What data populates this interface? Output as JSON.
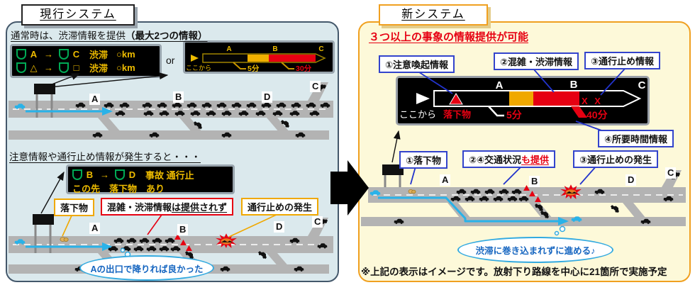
{
  "exit_labels": {
    "a": "A",
    "b": "B",
    "c": "C",
    "d": "D"
  },
  "left_panel": {
    "title": "現行システム",
    "section1": {
      "heading_normal": "通常時は、渋滞情報を提供",
      "heading_bold": "（最大2つの情報）",
      "or_label": "or",
      "board1": {
        "rows": [
          {
            "left": "A",
            "arrow": "→",
            "right": "C",
            "status": "渋滞",
            "dist": "○km"
          },
          {
            "left": "△",
            "arrow": "→",
            "right": "□",
            "status": "渋滞",
            "dist": "○km"
          }
        ]
      },
      "board2": {
        "here": "ここから",
        "a": "A",
        "b": "B",
        "c": "C",
        "t1": "5分",
        "t2": "30分"
      }
    },
    "section2": {
      "heading": "注意情報や通行止め情報が発生すると・・・",
      "board": {
        "row1": {
          "left": "B",
          "arrow": "→",
          "right": "D",
          "status": "事故 通行止"
        },
        "row2": "この先　落下物　あり"
      },
      "callout_fallen": "落下物",
      "callout_noinfo": "混雑・渋滞情報",
      "callout_noinfo_underlined": "は提供されず",
      "callout_closed": "通行止めの発生"
    },
    "bubble": "Aの出口で降りれば良かった"
  },
  "right_panel": {
    "title": "新システム",
    "headline": "３つ以上の事象の情報提供が可能",
    "callout1": "①注意喚起情報",
    "callout2": "②混雑・渋滞情報",
    "callout3": "③通行止め情報",
    "callout4": "④所要時間情報",
    "board": {
      "here": "ここから",
      "a": "A",
      "b": "B",
      "c": "C",
      "warning": "落下物",
      "t1": "5分",
      "t2": "40分",
      "closed": "X X"
    },
    "callout_fallen": "①落下物",
    "callout_traffic": "②④交通状況",
    "callout_traffic_red": "も提供",
    "callout_closed": "③通行止めの発生",
    "bubble": "渋滞に巻き込まれずに進める♪",
    "note": "※上記の表示はイメージです。放射下り路線を中心に21箇所で実施予定"
  },
  "colors": {
    "panel_left_bg": "#dbe9ed",
    "panel_right_bg": "#fdf9d9",
    "panel_left_border": "#44586b",
    "panel_right_border": "#f0a020",
    "board_text_yellow": "#eebc00",
    "board_green": "#00aa55",
    "alert_red": "#e60012",
    "bar_yellow": "#f0a800",
    "callout_blue": "#3344cc",
    "route_blue": "#29b2e8",
    "road_gray": "#b3b3b3"
  }
}
